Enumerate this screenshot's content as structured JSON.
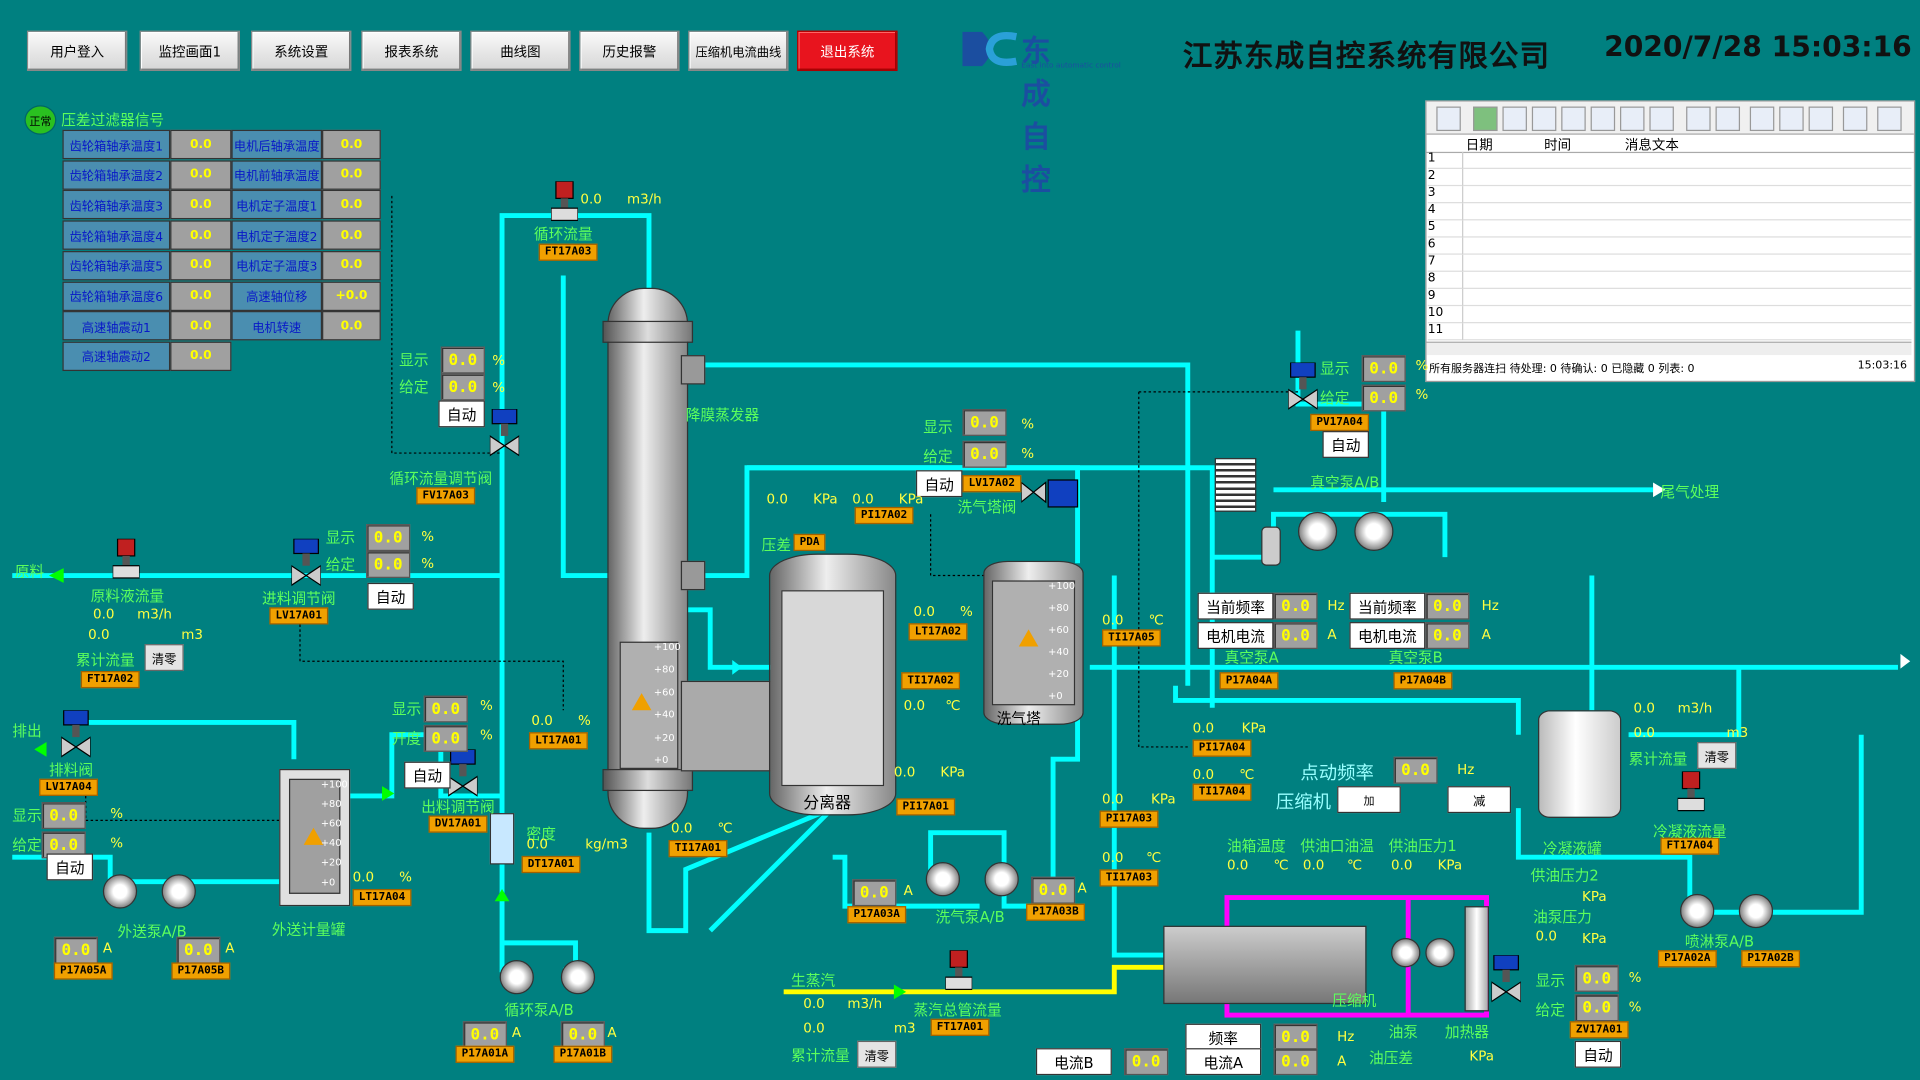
{
  "nav": {
    "buttons": [
      "用户登入",
      "监控画面1",
      "系统设置",
      "报表系统",
      "曲线图",
      "历史报警",
      "压缩机电流曲线",
      "退出系统"
    ]
  },
  "brand": {
    "logo_name": "东成自控",
    "logo_sub": "East into automatic control",
    "company": "江苏东成自控系统有限公司",
    "datetime": "2020/7/28 15:03:16"
  },
  "status": {
    "badge": "正常",
    "title": "压差过滤器信号"
  },
  "temps_left": [
    "齿轮箱轴承温度1",
    "齿轮箱轴承温度2",
    "齿轮箱轴承温度3",
    "齿轮箱轴承温度4",
    "齿轮箱轴承温度5",
    "齿轮箱轴承温度6",
    "高速轴震动1",
    "高速轴震动2"
  ],
  "temps_right": [
    "电机后轴承温度",
    "电机前轴承温度",
    "电机定子温度1",
    "电机定子温度2",
    "电机定子温度3",
    "高速轴位移",
    "电机转速"
  ],
  "val": "0.0",
  "val_pos": "+0.0",
  "alarm_table": {
    "headers": [
      "日期",
      "时间",
      "消息文本"
    ],
    "rows": [
      "1",
      "2",
      "3",
      "4",
      "5",
      "6",
      "7",
      "8",
      "9",
      "10",
      "11"
    ],
    "status": "所有服务器连扫 待处理: 0  待确认: 0  已隐藏 0  列表: 0",
    "time": "15:03:16"
  },
  "labels": {
    "show": "显示",
    "set": "给定",
    "open": "开度",
    "auto": "自动",
    "clear": "清零",
    "zero_kpa": "0.0",
    "unit_pct": "%",
    "unit_flow": "m3/h",
    "unit_m3": "m3",
    "unit_kpa": "KPa",
    "unit_c": "℃",
    "unit_a": "A",
    "unit_hz": "Hz",
    "unit_kgm3": "kg/m3",
    "feed": "原料",
    "feed_flow": "原料液流量",
    "feed_total": "累计流量",
    "feed_valve": "进料调节阀",
    "discharge": "排出",
    "discharge_valve": "排料阀",
    "out_pump": "外送泵A/B",
    "out_tank": "外送计量罐",
    "cir_flow": "循环流量",
    "cir_valve": "循环流量调节阀",
    "cir_pump": "循环泵A/B",
    "evap": "降膜蒸发器",
    "out_valve": "出料调节阀",
    "density": "密度",
    "separator": "分离器",
    "pressure": "压差",
    "wash_tower": "洗气塔",
    "wash_valve": "洗气塔阀",
    "wash_pump": "洗气泵A/B",
    "vac_pump": "真空泵A/B",
    "tail_gas": "尾气处理",
    "cur_freq": "当前频率",
    "motor_cur": "电机电流",
    "vac_a": "真空泵A",
    "vac_b": "真空泵B",
    "jog_freq": "点动频率",
    "compressor": "压缩机",
    "add": "加",
    "sub": "减",
    "oil_temp": "油箱温度",
    "oil_in_temp": "供油口油温",
    "oil_p1": "供油压力1",
    "oil_p2": "供油压力2",
    "oilpump_p": "油泵压力",
    "oil_pump": "油泵",
    "heater": "加热器",
    "oil_diff": "油压差",
    "freq": "频率",
    "curA": "电流A",
    "curB": "电流B",
    "steam": "生蒸汽",
    "steam_flow": "蒸汽总管流量",
    "cond_flow": "冷凝液流量",
    "cond_tank": "冷凝液罐",
    "spray_pump": "喷淋泵A/B"
  },
  "tags": {
    "FT17A03": "FT17A03",
    "FV17A03": "FV17A03",
    "LV17A01": "LV17A01",
    "FT17A02": "FT17A02",
    "LV17A04": "LV17A04",
    "P17A05A": "P17A05A",
    "P17A05B": "P17A05B",
    "LT17A04": "LT17A04",
    "DV17A01": "DV17A01",
    "DT17A01": "DT17A01",
    "P17A01A": "P17A01A",
    "P17A01B": "P17A01B",
    "LT17A01": "LT17A01",
    "TI17A01": "TI17A01",
    "PDA": "PDA",
    "PI17A02": "PI17A02",
    "LV17A02": "LV17A02",
    "LT17A02": "LT17A02",
    "TI17A02": "TI17A02",
    "PI17A01": "PI17A01",
    "P17A03A": "P17A03A",
    "P17A03B": "P17A03B",
    "TI17A05": "TI17A05",
    "PV17A04": "PV17A04",
    "P17A04A": "P17A04A",
    "P17A04B": "P17A04B",
    "PI17A04": "PI17A04",
    "TI17A04": "TI17A04",
    "PI17A03": "PI17A03",
    "TI17A03": "TI17A03",
    "FT17A01": "FT17A01",
    "FT17A04": "FT17A04",
    "P17A02A": "P17A02A",
    "P17A02B": "P17A02B",
    "ZV17A01": "ZV17A01"
  },
  "scale": [
    "+100",
    "+80",
    "+60",
    "+40",
    "+20",
    "+0"
  ],
  "colors": {
    "bg": "#008080",
    "pipe": "#00ffff",
    "steam": "#ffff00",
    "oil": "#ff00ff",
    "tag": "#f0a000",
    "label": "#5cff5c"
  }
}
